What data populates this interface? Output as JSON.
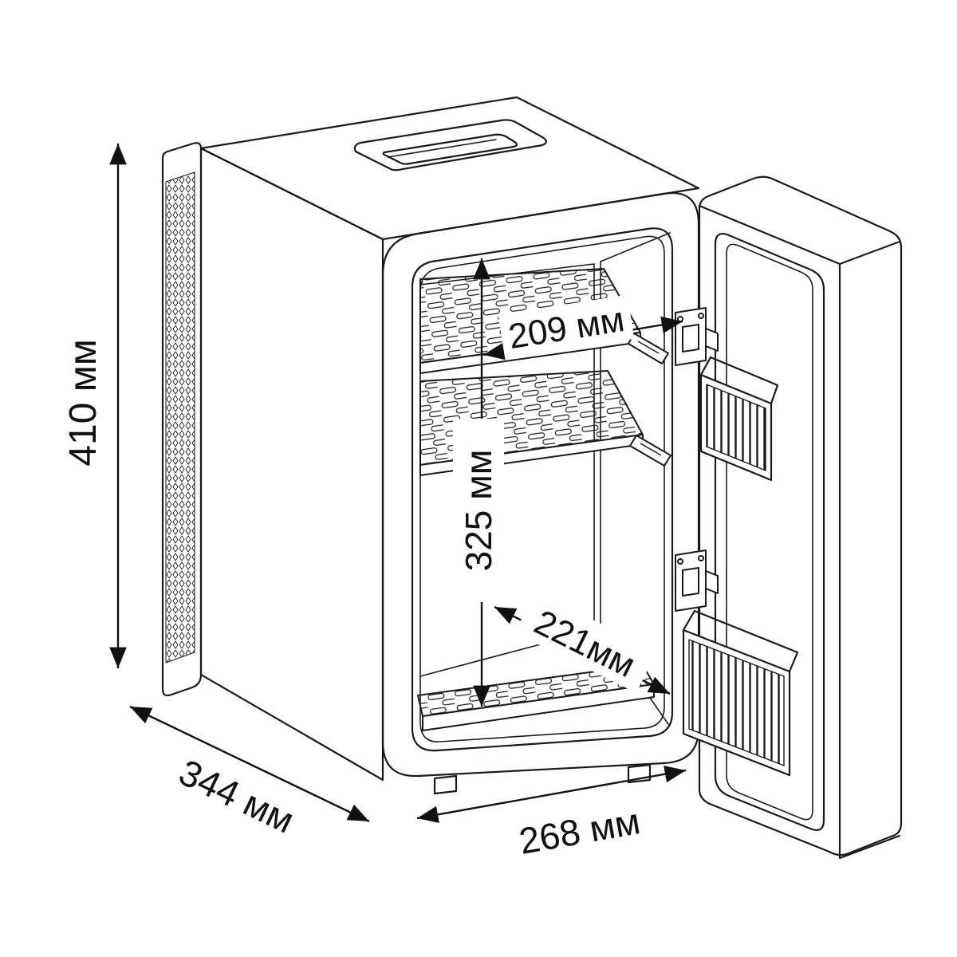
{
  "diagram": {
    "type": "technical-drawing",
    "subject": "mini fridge with open door and wire shelves, dimensioned line drawing",
    "unit": "мм",
    "colors": {
      "line": "#1a1a1a",
      "dimension": "#111111",
      "background": "#ffffff"
    },
    "dimensions": {
      "height": {
        "value": 410,
        "label": "410 мм"
      },
      "depth": {
        "value": 344,
        "label": "344 мм"
      },
      "width": {
        "value": 268,
        "label": "268 мм"
      },
      "interior_height": {
        "value": 325,
        "label": "325 мм"
      },
      "shelf_depth": {
        "value": 209,
        "label": "209 мм"
      },
      "interior_width": {
        "value": 221,
        "label": "221мм"
      }
    }
  }
}
